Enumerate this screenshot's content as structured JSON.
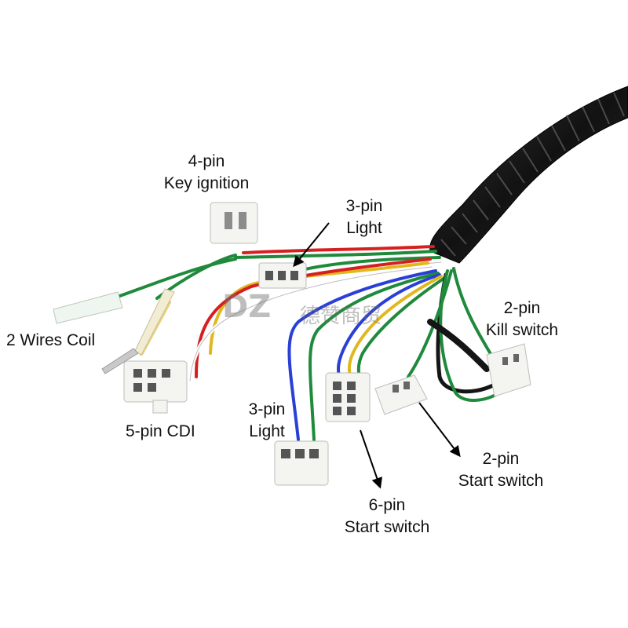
{
  "labels": {
    "key_ignition": {
      "line1": "4-pin",
      "line2": "Key ignition"
    },
    "light_top": {
      "line1": "3-pin",
      "line2": "Light"
    },
    "kill_switch": {
      "line1": "2-pin",
      "line2": "Kill switch"
    },
    "coil": {
      "text": "2 Wires Coil"
    },
    "cdi": {
      "text": "5-pin CDI"
    },
    "light_bottom": {
      "line1": "3-pin",
      "line2": "Light"
    },
    "start_switch_2pin": {
      "line1": "2-pin",
      "line2": "Start switch"
    },
    "start_switch_6pin": {
      "line1": "6-pin",
      "line2": "Start switch"
    }
  },
  "watermark": {
    "logo": "DZ",
    "text": "德赞商贸"
  },
  "colors": {
    "sheath": "#1a1a1a",
    "connector": "#f4f4f1",
    "wire_red": "#d62020",
    "wire_green": "#1f8a3c",
    "wire_blue": "#2a3fd6",
    "wire_yellow": "#e0b81e",
    "wire_black": "#151515",
    "wire_white": "#f7f7f7"
  }
}
